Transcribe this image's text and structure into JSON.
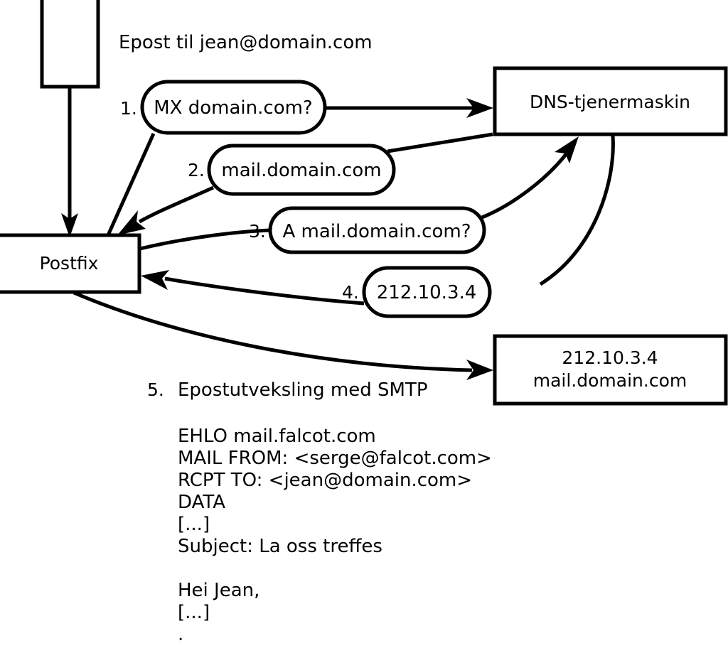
{
  "diagram": {
    "title_caption": "Epost til jean@domain.com",
    "nodes": {
      "client": {
        "label": ""
      },
      "postfix": {
        "label": "Postfix"
      },
      "dns_server": {
        "label": "DNS-tjenermaskin"
      },
      "mail_server": {
        "line1": "212.10.3.4",
        "line2": "mail.domain.com"
      }
    },
    "steps": [
      {
        "number": "1.",
        "label": "MX domain.com?"
      },
      {
        "number": "2.",
        "label": "mail.domain.com"
      },
      {
        "number": "3.",
        "label": "A mail.domain.com?"
      },
      {
        "number": "4.",
        "label": "212.10.3.4"
      }
    ],
    "smtp_step": {
      "number": "5.",
      "label": "Epostutveksling med SMTP"
    },
    "smtp_transcript": [
      "EHLO mail.falcot.com",
      "MAIL FROM: <serge@falcot.com>",
      "RCPT TO: <jean@domain.com>",
      "DATA",
      "[...]",
      "Subject: La oss treffes",
      "",
      "Hei Jean,",
      "[...]",
      "."
    ],
    "colors": {
      "stroke": "#000000",
      "fill": "#ffffff",
      "text": "#000000"
    }
  }
}
